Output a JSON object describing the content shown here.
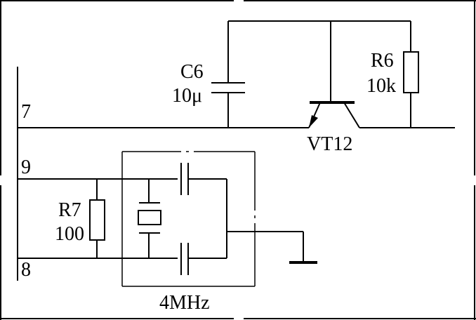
{
  "components": {
    "c6": {
      "ref": "C6",
      "value": "10μ"
    },
    "r6": {
      "ref": "R6",
      "value": "10k"
    },
    "vt12": {
      "ref": "VT12"
    },
    "r7": {
      "ref": "R7",
      "value": "100"
    },
    "crystal": {
      "freq": "4MHz"
    }
  },
  "pins": {
    "p7": "7",
    "p9": "9",
    "p8": "8"
  }
}
